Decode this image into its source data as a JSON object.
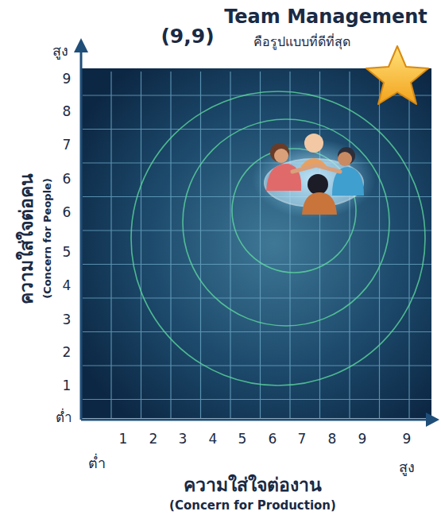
{
  "diagram": {
    "labels": [
      "สูง",
      "(9,9)",
      "Team Management",
      "คือรูปแบบที่ดีที่สุด",
      "9",
      "8",
      "7",
      "6",
      "6",
      "5",
      "4",
      "3",
      "2",
      "1",
      "ต่ำ",
      "ความใส่ใจต่อคน",
      "(Concern for People)",
      "1",
      "2",
      "3",
      "4",
      "5",
      "6",
      "7",
      "8",
      "9",
      "9",
      "ต่ำ",
      "สูง",
      "ความใส่ใจต่องาน",
      "(Concern for Production)"
    ]
  }
}
